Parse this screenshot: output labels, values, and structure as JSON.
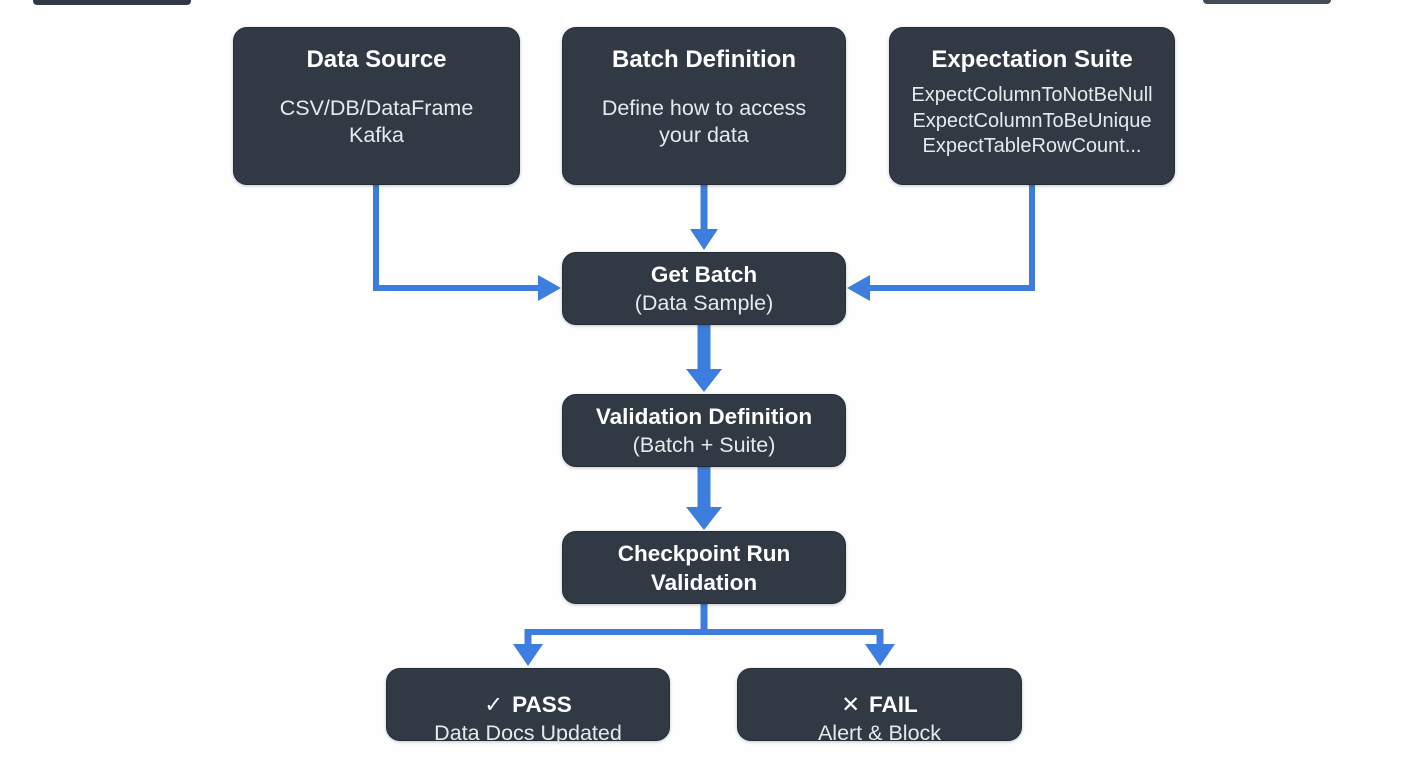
{
  "diagram": {
    "nodes": {
      "data_source": {
        "title": "Data Source",
        "body": "CSV/DB/DataFrame\nKafka"
      },
      "batch_definition": {
        "title": "Batch Definition",
        "body": "Define how to access\nyour data"
      },
      "expectation_suite": {
        "title": "Expectation Suite",
        "body": "ExpectColumnToNotBeNull\nExpectColumnToBeUnique\nExpectTableRowCount..."
      },
      "get_batch": {
        "title": "Get Batch",
        "body": "(Data Sample)"
      },
      "validation_definition": {
        "title": "Validation Definition",
        "body": "(Batch + Suite)"
      },
      "checkpoint": {
        "title": "Checkpoint Run\nValidation"
      },
      "pass": {
        "icon": "✓",
        "label": "PASS",
        "body": "Data Docs Updated"
      },
      "fail": {
        "icon": "✕",
        "label": "FAIL",
        "body": "Alert & Block"
      }
    },
    "colors": {
      "node_background": "#313945",
      "arrow_blue": "#3c7dde",
      "title_text": "#ffffff",
      "body_text": "#e6eaed",
      "page_background": "#fefefe"
    }
  }
}
